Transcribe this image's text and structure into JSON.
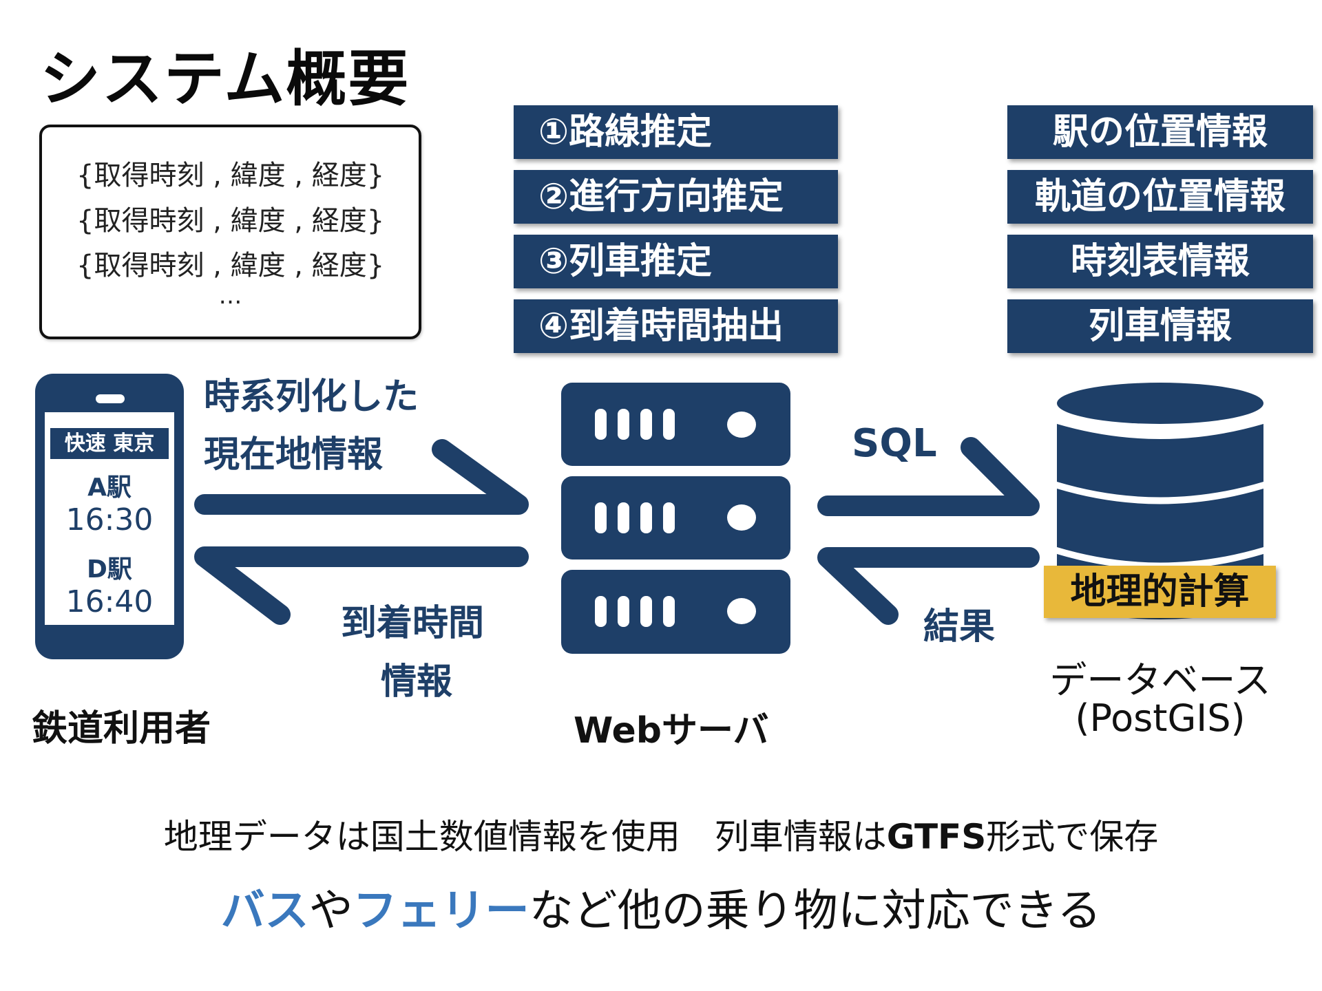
{
  "title": "システム概要",
  "data_box": {
    "lines": [
      "{取得時刻 , 緯度 , 経度}",
      "{取得時刻 , 緯度 , 経度}",
      "{取得時刻 , 緯度 , 経度}"
    ],
    "ellipsis": "…"
  },
  "processes": [
    "①路線推定",
    "②進行方向推定",
    "③列車推定",
    "④到着時間抽出"
  ],
  "resources": [
    "駅の位置情報",
    "軌道の位置情報",
    "時刻表情報",
    "列車情報"
  ],
  "phone": {
    "header": "快速 東京",
    "stop1": "A駅",
    "time1": "16:30",
    "stop2": "D駅",
    "time2": "16:40"
  },
  "user_label": "鉄道利用者",
  "arrow_labels": {
    "upload_line1": "時系列化した",
    "upload_line2": "現在地情報",
    "return_line1": "到着時間",
    "return_line2": "情報",
    "sql": "SQL",
    "result": "結果"
  },
  "server_label": "Webサーバ",
  "db": {
    "badge": "地理的計算",
    "label_line1": "データベース",
    "label_line2": "(PostGIS)"
  },
  "footer": {
    "line1_part1": "地理データは国土数値情報を使用　列車情報は",
    "line1_bold": "GTFS",
    "line1_part2": "形式で保存",
    "line2_accent1": "バス",
    "line2_mid": "や",
    "line2_accent2": "フェリー",
    "line2_rest": "など他の乗り物に対応できる"
  },
  "colors": {
    "navy": "#1e3f68",
    "accent_blue": "#3a78bd",
    "badge_yellow": "#e8b83a"
  }
}
